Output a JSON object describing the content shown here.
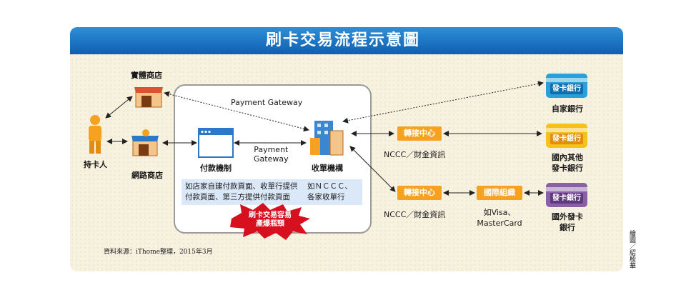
{
  "title": "刷卡交易流程示意圖",
  "nodes": {
    "cardholder": "持卡人",
    "physical_store": "實體商店",
    "online_store": "網路商店",
    "payment_mechanism": "付款機制",
    "acquirer": "收單機構",
    "issuer_own": "自家銀行",
    "issuer_domestic": "國內其他\n發卡銀行",
    "issuer_foreign": "國外發卡\n銀行"
  },
  "edges": {
    "gateway_top": "Payment Gateway",
    "gateway_mid": "Payment\nGateway"
  },
  "chips": {
    "switch1": "轉接中心",
    "switch2": "轉接中心",
    "intl": "國際組織",
    "bank_tag": "發卡銀行"
  },
  "captions": {
    "nccc1": "NCCC／財金資訊",
    "nccc2": "NCCC／財金資訊",
    "intl_caption": "如Visa、\nMasterCard"
  },
  "notes": {
    "payment_note": "如店家自建付款頁面、收單行提供\n付款頁面、第三方提供付款頁面",
    "acquirer_note": "如ＮＣＣＣ、\n各家收單行",
    "burst": "刷卡交易容易\n產爆瓶頸"
  },
  "source": "資料來源：iThome整理，2015年3月",
  "credit": "繪圖／紹殷華",
  "colors": {
    "title_bar": "#1a74c6",
    "chip_orange": "#f6a11f",
    "note_blue": "#dbe8f7",
    "burst_red": "#d6101e",
    "bank_blue": "#2b9fd8",
    "bank_yellow": "#f3c21b",
    "bank_purple": "#8a5fa8"
  },
  "icons": [
    "person-icon",
    "storefront-icon",
    "online-store-icon",
    "browser-window-icon",
    "building-icon",
    "card-icon"
  ]
}
